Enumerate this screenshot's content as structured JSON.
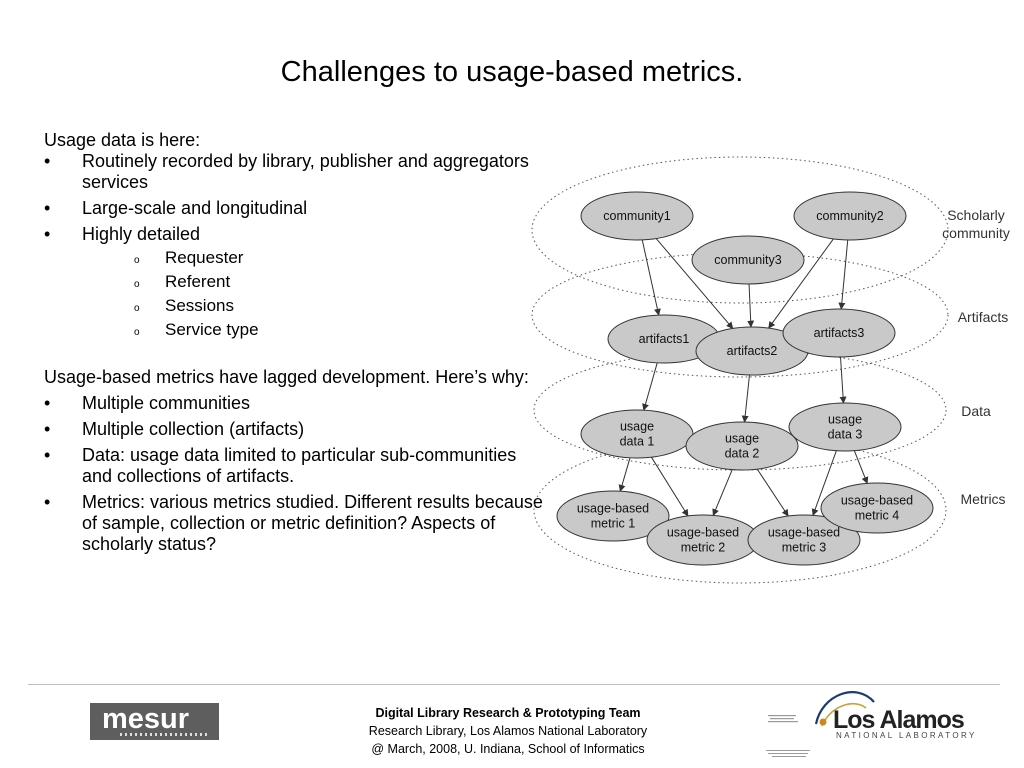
{
  "slide": {
    "title": "Challenges to usage-based metrics."
  },
  "content": {
    "intro": "Usage data is here:",
    "bullets": [
      "Routinely recorded by library, publisher and aggregators services",
      "Large-scale and longitudinal",
      "Highly detailed"
    ],
    "sub_bullets": [
      "Requester",
      "Referent",
      "Sessions",
      "Service type"
    ],
    "second_intro": "Usage-based metrics have lagged development. Here’s why:",
    "bullets2": [
      "Multiple communities",
      "Multiple collection (artifacts)",
      "Data: usage data limited to particular sub-communities and collections of artifacts.",
      "Metrics: various metrics studied. Different results because of sample, collection or metric definition? Aspects of scholarly status?"
    ],
    "bullet_char": "•",
    "sub_bullet_char": "o"
  },
  "diagram": {
    "layers": [
      "Scholarly community",
      "Artifacts",
      "Data",
      "Metrics"
    ],
    "layer_label_lines": [
      [
        "Scholarly",
        "community"
      ],
      [
        "Artifacts"
      ],
      [
        "Data"
      ],
      [
        "Metrics"
      ]
    ],
    "nodes": {
      "community1": [
        "community1"
      ],
      "community2": [
        "community2"
      ],
      "community3": [
        "community3"
      ],
      "artifacts1": [
        "artifacts1"
      ],
      "artifacts2": [
        "artifacts2"
      ],
      "artifacts3": [
        "artifacts3"
      ],
      "usage_data_1": [
        "usage",
        "data 1"
      ],
      "usage_data_2": [
        "usage",
        "data 2"
      ],
      "usage_data_3": [
        "usage",
        "data 3"
      ],
      "metric_1": [
        "usage-based",
        "metric 1"
      ],
      "metric_2": [
        "usage-based",
        "metric 2"
      ],
      "metric_3": [
        "usage-based",
        "metric 3"
      ],
      "metric_4": [
        "usage-based",
        "metric 4"
      ]
    },
    "edges": [
      [
        "community1",
        "artifacts1"
      ],
      [
        "community1",
        "artifacts2"
      ],
      [
        "community3",
        "artifacts2"
      ],
      [
        "community2",
        "artifacts2"
      ],
      [
        "community2",
        "artifacts3"
      ],
      [
        "artifacts1",
        "usage_data_1"
      ],
      [
        "artifacts2",
        "usage_data_2"
      ],
      [
        "artifacts3",
        "usage_data_3"
      ],
      [
        "usage_data_1",
        "metric_1"
      ],
      [
        "usage_data_1",
        "metric_2"
      ],
      [
        "usage_data_2",
        "metric_2"
      ],
      [
        "usage_data_2",
        "metric_3"
      ],
      [
        "usage_data_3",
        "metric_3"
      ],
      [
        "usage_data_3",
        "metric_4"
      ]
    ],
    "node_fill": "#c9c9c9",
    "stroke": "#333333"
  },
  "footer": {
    "logo_left": "mesur",
    "team": "Digital Library Research & Prototyping Team",
    "org": "Research Library, Los Alamos National Laboratory",
    "event": "@ March, 2008, U. Indiana, School of Informatics",
    "logo_right_name": "Los Alamos",
    "logo_right_sub": "NATIONAL LABORATORY"
  }
}
